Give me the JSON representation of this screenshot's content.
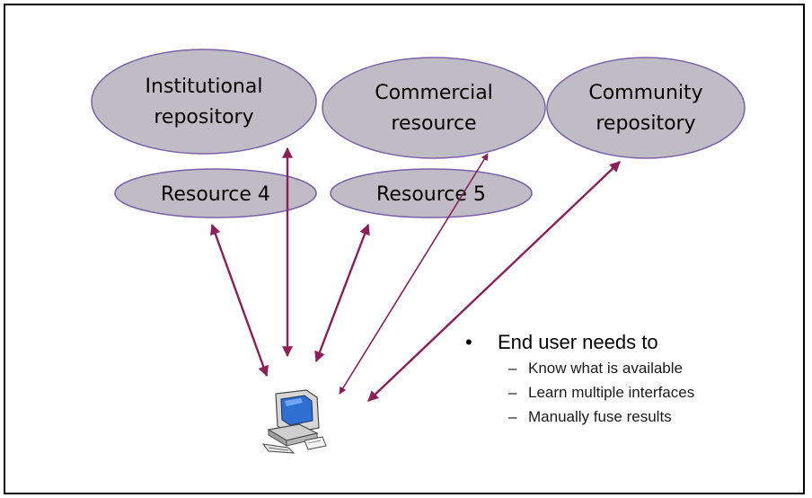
{
  "resources": [
    {
      "id": "institutional",
      "lines": [
        "Institutional",
        "repository"
      ]
    },
    {
      "id": "commercial",
      "lines": [
        "Commercial",
        "resource"
      ]
    },
    {
      "id": "community",
      "lines": [
        "Community",
        "repository"
      ]
    },
    {
      "id": "resource4",
      "lines": [
        "Resource 4"
      ]
    },
    {
      "id": "resource5",
      "lines": [
        "Resource 5"
      ]
    }
  ],
  "user_icon": "computer-user-icon",
  "colors": {
    "ellipse_fill": "#c0bcc6",
    "ellipse_stroke": "#7a62a8",
    "arrow": "#8e1e5a"
  },
  "notes": {
    "heading": "End user needs to",
    "bullet_symbol": "•",
    "dash_symbol": "–",
    "items": [
      "Know what is available",
      "Learn multiple interfaces",
      "Manually fuse results"
    ]
  }
}
